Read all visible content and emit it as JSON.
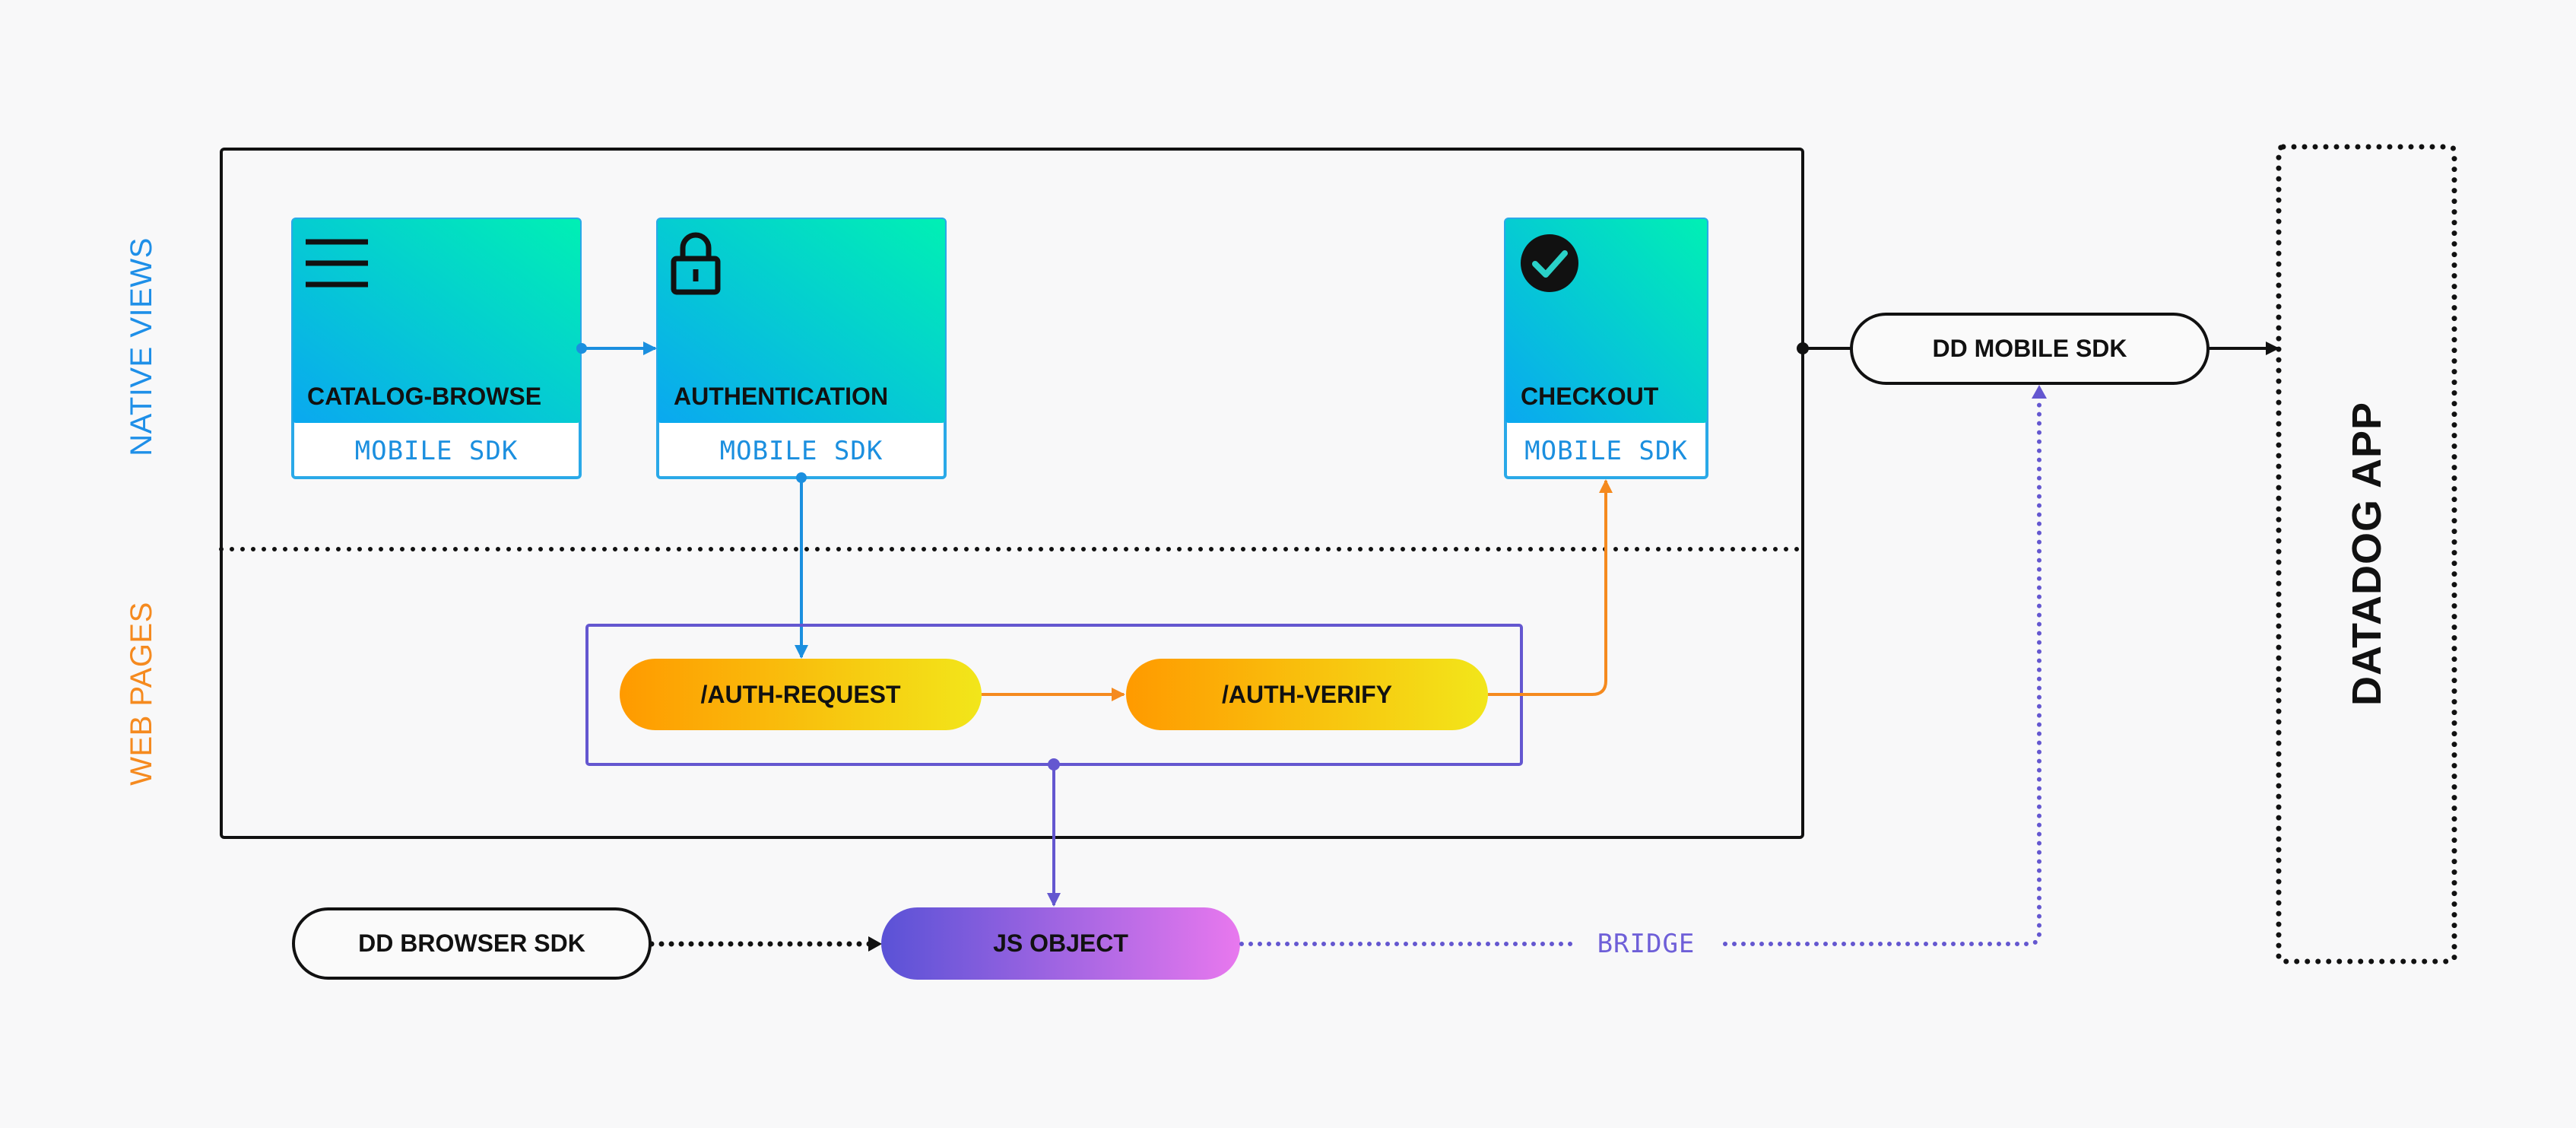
{
  "sections": {
    "native_views": "NATIVE VIEWS",
    "web_pages": "WEB PAGES"
  },
  "tiles": [
    {
      "title": "CATALOG-BROWSE",
      "sdk": "MOBILE SDK",
      "icon": "menu-icon"
    },
    {
      "title": "AUTHENTICATION",
      "sdk": "MOBILE SDK",
      "icon": "lock-icon"
    },
    {
      "title": "CHECKOUT",
      "sdk": "MOBILE SDK",
      "icon": "check-circle-icon"
    }
  ],
  "web_pages": {
    "auth_request": "/AUTH-REQUEST",
    "auth_verify": "/AUTH-VERIFY"
  },
  "dd_mobile_sdk": "DD MOBILE SDK",
  "dd_browser_sdk": "DD BROWSER SDK",
  "js_object": "JS OBJECT",
  "bridge": "BRIDGE",
  "datadog_app": "DATADOG APP",
  "colors": {
    "native_accent": "#1e8fe8",
    "web_accent": "#f58a1f",
    "tile_gradient_start": "#0aa8f0",
    "tile_gradient_end": "#00f0b4",
    "web_gradient_start": "#ff9a00",
    "web_gradient_end": "#f2e61a",
    "js_gradient_start": "#5a52d6",
    "js_gradient_end": "#e878ee",
    "bridge_line": "#6e5fd8",
    "web_frame": "#6457d0"
  }
}
